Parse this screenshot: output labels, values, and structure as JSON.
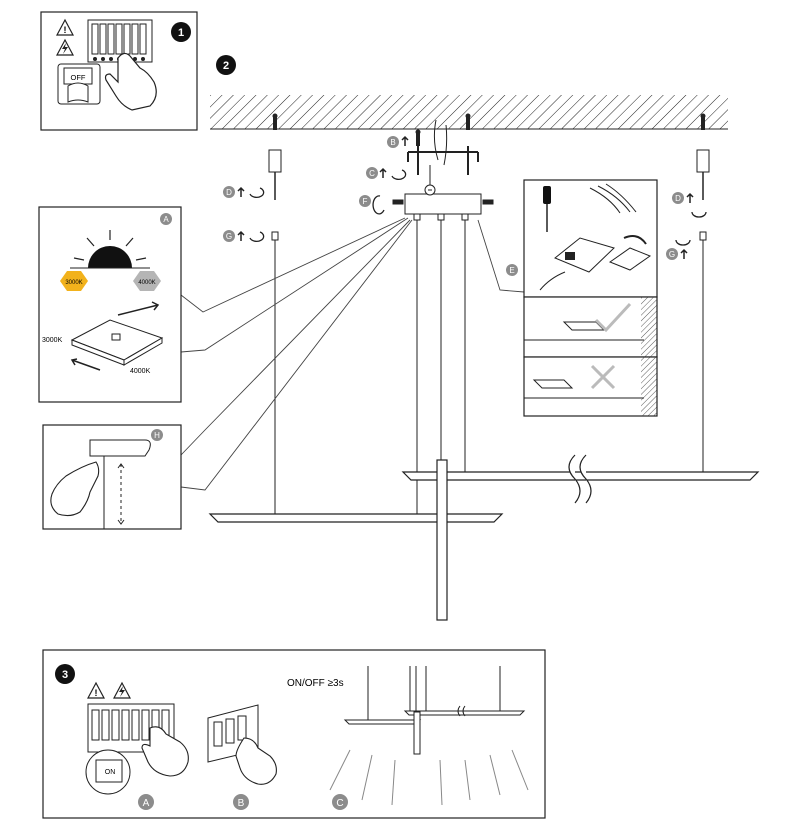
{
  "steps": {
    "step1": "1",
    "step2": "2",
    "step3": "3"
  },
  "panel1": {
    "off_label": "OFF"
  },
  "panel_a": {
    "badge": "A",
    "warm_label": "3000K",
    "cool_label": "4000K",
    "left_label": "3000K",
    "bottom_label": "4000K"
  },
  "panel_h": {
    "badge": "H"
  },
  "callouts": {
    "b": "B",
    "c": "C",
    "d_left": "D",
    "d_right": "D",
    "e": "E",
    "f": "F",
    "g_left": "G",
    "g_right": "G"
  },
  "panel3": {
    "on_label": "ON",
    "switch_text": "ON/OFF ≥3s",
    "badge_a": "A",
    "badge_b": "B",
    "badge_c": "C"
  },
  "colors": {
    "line": "#1a1a1a",
    "badge_gray": "#8c8c8c",
    "warm": "#f2b21c",
    "cool": "#b5b5b5",
    "black": "#111111"
  },
  "icons": [
    "warning-icon",
    "lightning-icon",
    "hand-icon",
    "circuit-breaker-icon",
    "screwdriver-icon",
    "wall-switch-icon",
    "check-icon",
    "cross-icon",
    "sun-icon",
    "rotate-arrow-icon",
    "screw-icon"
  ]
}
